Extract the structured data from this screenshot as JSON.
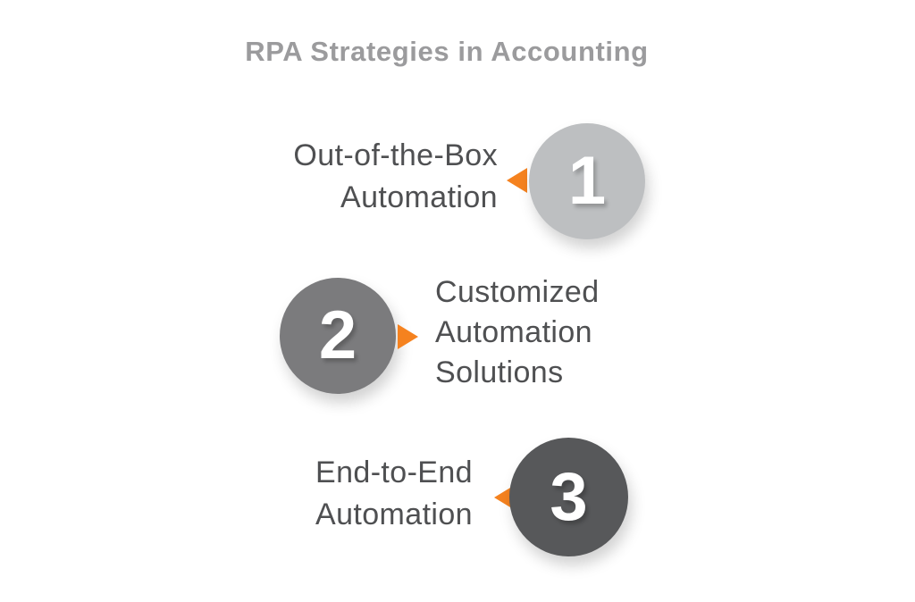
{
  "title": "RPA Strategies in Accounting",
  "steps": [
    {
      "number": "1",
      "label": "Out-of-the-Box Automation",
      "lines": [
        "Out-of-the-Box",
        "Automation"
      ],
      "circle_color": "#BDBFC1"
    },
    {
      "number": "2",
      "label": "Customized Automation Solutions",
      "lines": [
        "Customized",
        "Automation",
        "Solutions"
      ],
      "circle_color": "#7B7B7D"
    },
    {
      "number": "3",
      "label": "End-to-End Automation",
      "lines": [
        "End-to-End",
        "Automation"
      ],
      "circle_color": "#57585A"
    }
  ],
  "colors": {
    "accent_orange": "#F5821F",
    "circle_1": "#BDBFC1",
    "circle_2": "#7B7B7D",
    "circle_3": "#57585A",
    "label_text": "#4F5052",
    "title_text": "#9B9B9D",
    "number_text": "#FFFFFF",
    "background": "#FFFFFF"
  }
}
